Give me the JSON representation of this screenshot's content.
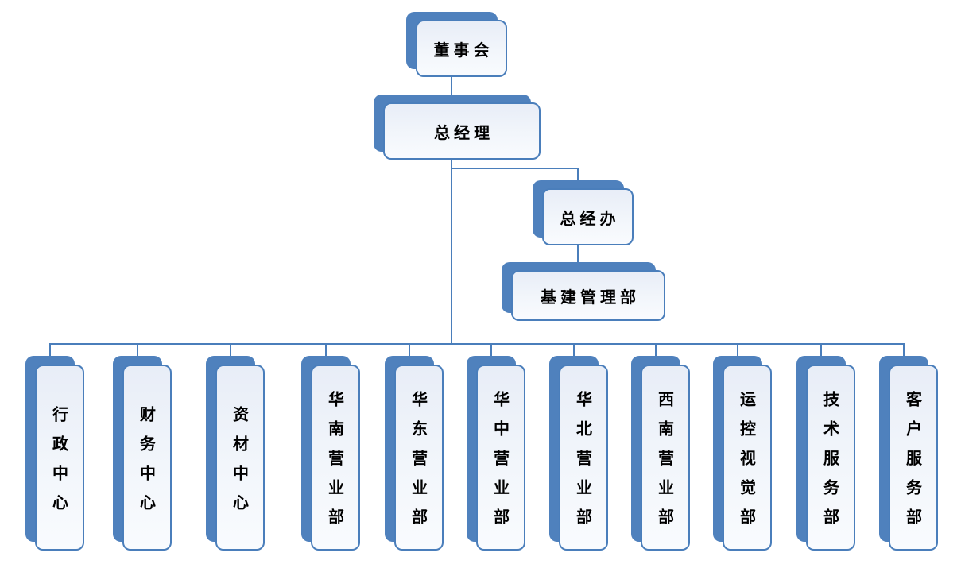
{
  "org_chart": {
    "background": "#ffffff",
    "colors": {
      "node_shadow": "#4f81bd",
      "node_border": "#4a7ebb",
      "node_fill": "#edf1f9",
      "connector": "#4a7ebb",
      "text": "#000000"
    },
    "nodes": {
      "board": "董事会",
      "general_manager": "总经理",
      "gm_office": "总经办",
      "infrastructure": "基建管理部"
    },
    "departments": [
      "行政中心",
      "财务中心",
      "资材中心",
      "华南营业部",
      "华东营业部",
      "华中营业部",
      "华北营业部",
      "西南营业部",
      "运控视觉部",
      "技术服务部",
      "客户服务部"
    ]
  }
}
